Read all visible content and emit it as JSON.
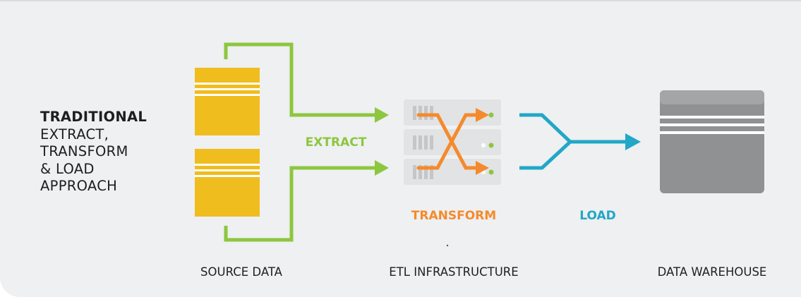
{
  "title": {
    "strong": "TRADITIONAL",
    "lines": [
      "EXTRACT,",
      "TRANSFORM",
      "& LOAD",
      "APPROACH"
    ]
  },
  "steps": {
    "extract": "EXTRACT",
    "transform": "TRANSFORM",
    "load": "LOAD"
  },
  "labels": {
    "source": "SOURCE DATA",
    "etl": "ETL INFRASTRUCTURE",
    "warehouse": "DATA WAREHOUSE"
  },
  "colors": {
    "background": "#eef0f1",
    "source": "#f0bd1e",
    "extract": "#8dc63f",
    "transform": "#f58a2c",
    "load": "#22a7c7",
    "server": "#e1e3e4",
    "warehouse": "#8f9193"
  },
  "icons": [
    "database-icon",
    "server-rack-icon",
    "data-warehouse-icon"
  ]
}
